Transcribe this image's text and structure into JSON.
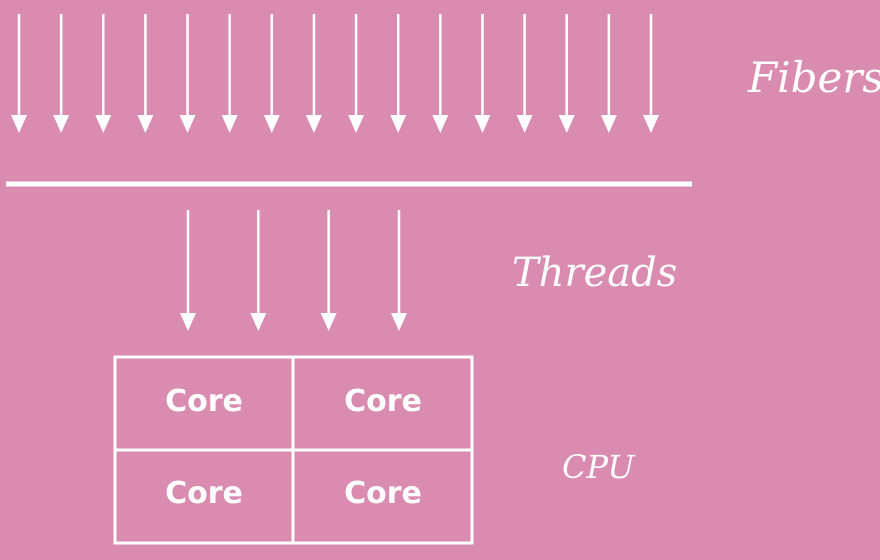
{
  "labels": {
    "fibers": "Fibers",
    "threads": "Threads",
    "cpu": "CPU"
  },
  "cores": [
    "Core",
    "Core",
    "Core",
    "Core"
  ],
  "fiber_arrow_count": 16,
  "thread_arrow_count": 4,
  "colors": {
    "background": "#d98bb0",
    "foreground": "#ffffff"
  }
}
